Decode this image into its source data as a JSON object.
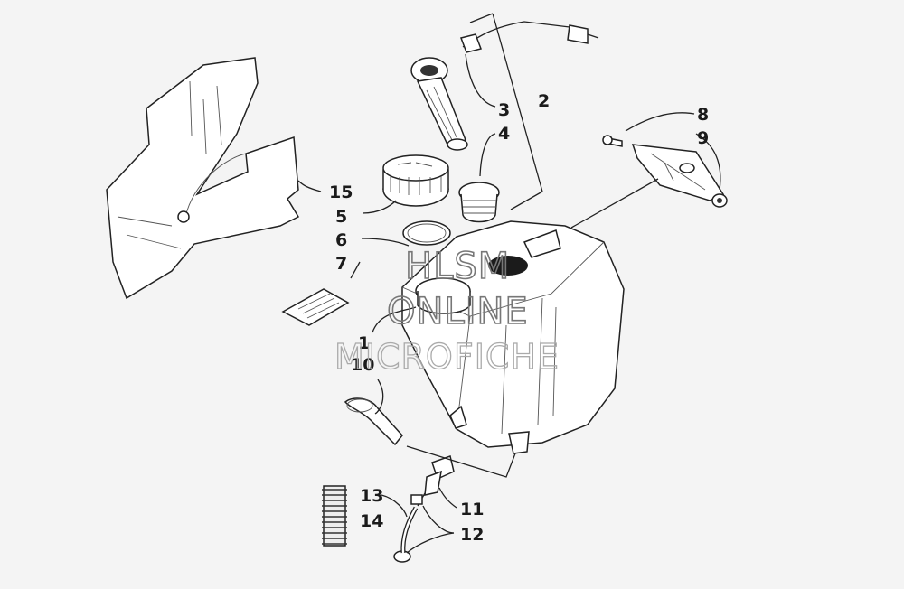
{
  "callouts": {
    "c1": "1",
    "c2": "2",
    "c3": "3",
    "c4": "4",
    "c5": "5",
    "c6": "6",
    "c7": "7",
    "c8": "8",
    "c9": "9",
    "c10": "10",
    "c11": "11",
    "c12": "12",
    "c13": "13",
    "c14": "14",
    "c15": "15"
  },
  "watermark": {
    "line1": "HLSM",
    "line2": "ONLINE",
    "line3": "MICROFICHE"
  }
}
